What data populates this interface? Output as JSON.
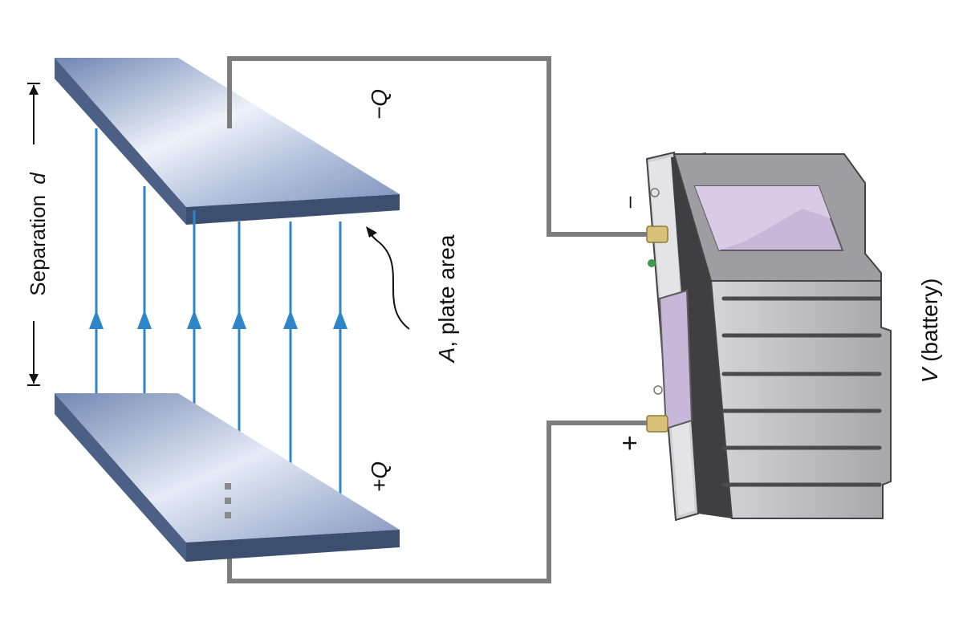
{
  "labels": {
    "separation": "Separation",
    "separation_var": "d",
    "plate_area_var": "A",
    "plate_area": ", plate area",
    "neg_charge": "−Q",
    "pos_charge": "+Q",
    "battery_var": "V",
    "battery": " (battery)",
    "terminal_neg": "–",
    "terminal_pos": "+"
  },
  "colors": {
    "plate_top": "#8ea3c7",
    "plate_edge": "#3d4f70",
    "field_line": "#2e86c9",
    "wire": "#7d7d7d",
    "battery_body": "#b9b9bb",
    "battery_band": "#3f3f42",
    "battery_window": "#c9b7d9",
    "terminal": "#d8c27a"
  },
  "field_lines_count": 6
}
